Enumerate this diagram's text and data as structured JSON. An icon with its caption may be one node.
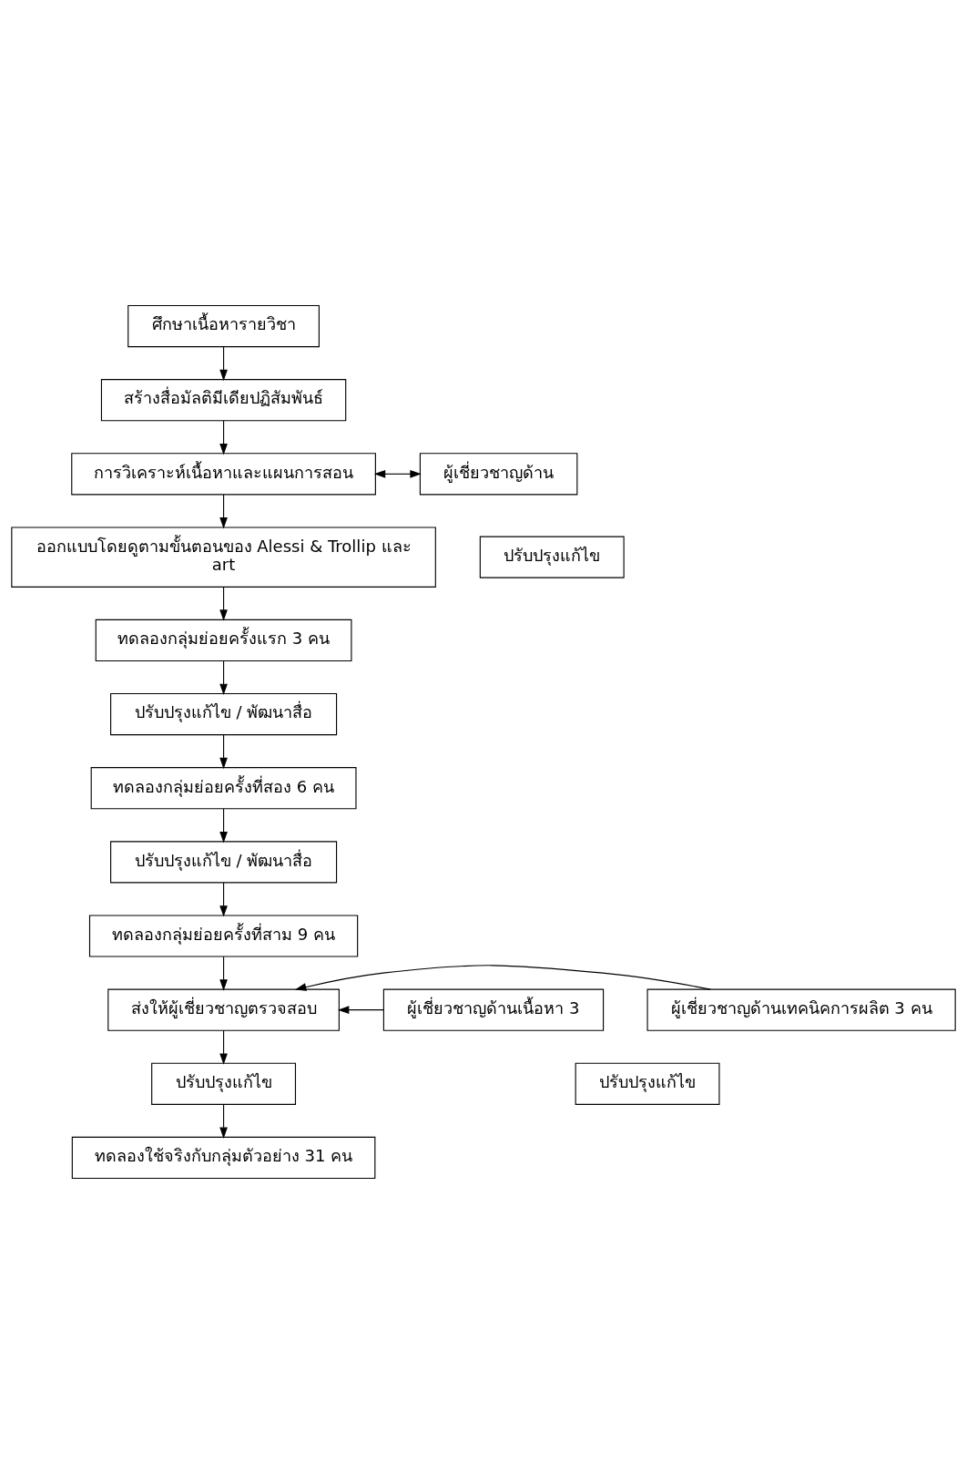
{
  "diagram": {
    "nodes": [
      {
        "text": [
          "ศึกษาเนื้อหารายวิชา"
        ]
      },
      {
        "text": [
          "สร้างสื่อมัลติมีเดียปฏิสัมพันธ์"
        ]
      },
      {
        "text": [
          "การวิเคราะห์เนื้อหาและแผนการสอน"
        ]
      },
      {
        "text": [
          "ผู้เชี่ยวชาญด้าน"
        ]
      },
      {
        "text": [
          "ออกแบบโดยดูตามขั้นตอนของ Alessi & Trollip และ",
          "art"
        ]
      },
      {
        "text": [
          "ปรับปรุงแก้ไข"
        ]
      },
      {
        "text": [
          "ทดลองกลุ่มย่อยครั้งแรก 3 คน"
        ]
      },
      {
        "text": [
          "ปรับปรุงแก้ไข / พัฒนาสื่อ"
        ]
      },
      {
        "text": [
          "ทดลองกลุ่มย่อยครั้งที่สอง 6 คน"
        ]
      },
      {
        "text": [
          "ปรับปรุงแก้ไข / พัฒนาสื่อ"
        ]
      },
      {
        "text": [
          "ทดลองกลุ่มย่อยครั้งที่สาม 9 คน"
        ]
      },
      {
        "text": [
          "ส่งให้ผู้เชี่ยวชาญตรวจสอบ"
        ]
      },
      {
        "text": [
          "ผู้เชี่ยวชาญด้านเนื้อหา 3"
        ]
      },
      {
        "text": [
          "ปรับปรุงแก้ไข"
        ]
      },
      {
        "text": [
          "ผู้เชี่ยวชาญด้านเทคนิคการผลิต 3 คน"
        ]
      },
      {
        "text": [
          "ปรับปรุงแก้ไข"
        ]
      },
      {
        "text": [
          "ทดลองใช้จริงกับกลุ่มตัวอย่าง 31 คน"
        ]
      }
    ],
    "edges": [
      {
        "from": 0,
        "to": 1,
        "arrow": "to"
      },
      {
        "from": 1,
        "to": 2,
        "arrow": "to"
      },
      {
        "from": 2,
        "to": 3,
        "arrow": "both"
      },
      {
        "from": 2,
        "to": 4,
        "arrow": "to"
      },
      {
        "from": 4,
        "to": 6,
        "arrow": "to"
      },
      {
        "from": 6,
        "to": 7,
        "arrow": "to"
      },
      {
        "from": 7,
        "to": 8,
        "arrow": "to"
      },
      {
        "from": 8,
        "to": 9,
        "arrow": "to"
      },
      {
        "from": 9,
        "to": 10,
        "arrow": "to"
      },
      {
        "from": 10,
        "to": 11,
        "arrow": "to"
      },
      {
        "from": 12,
        "to": 11,
        "arrow": "to"
      },
      {
        "from": 14,
        "to": 11,
        "arrow": "to"
      },
      {
        "from": 11,
        "to": 15,
        "arrow": "to"
      },
      {
        "from": 15,
        "to": 16,
        "arrow": "to"
      }
    ]
  }
}
